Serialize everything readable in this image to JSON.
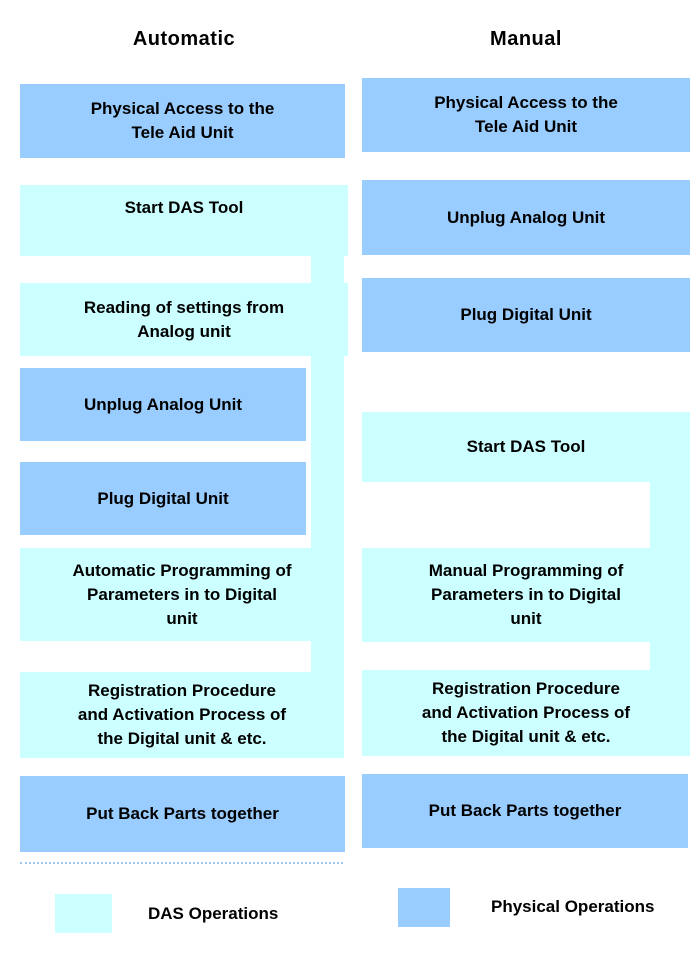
{
  "headers": {
    "automatic": "Automatic",
    "manual": "Manual"
  },
  "colors": {
    "das": "#ccffff",
    "physical": "#99ccff"
  },
  "automatic_column": {
    "steps": [
      {
        "label": "Physical Access to the\nTele Aid Unit",
        "type": "physical"
      },
      {
        "label": "Start DAS Tool",
        "type": "das"
      },
      {
        "label": "Reading of settings from\nAnalog unit",
        "type": "das"
      },
      {
        "label": "Unplug Analog Unit",
        "type": "physical"
      },
      {
        "label": "Plug Digital Unit",
        "type": "physical"
      },
      {
        "label": "Automatic Programming of\nParameters in to Digital\nunit",
        "type": "das"
      },
      {
        "label": "Registration Procedure\nand Activation Process of\nthe Digital unit & etc.",
        "type": "das"
      },
      {
        "label": "Put Back Parts together",
        "type": "physical"
      }
    ]
  },
  "manual_column": {
    "steps": [
      {
        "label": "Physical Access to the\nTele Aid Unit",
        "type": "physical"
      },
      {
        "label": "Unplug Analog Unit",
        "type": "physical"
      },
      {
        "label": "Plug Digital Unit",
        "type": "physical"
      },
      {
        "label": "Start DAS Tool",
        "type": "das"
      },
      {
        "label": "Manual Programming of\nParameters in to Digital\nunit",
        "type": "das"
      },
      {
        "label": "Registration Procedure\nand Activation Process of\nthe Digital unit & etc.",
        "type": "das"
      },
      {
        "label": "Put Back Parts together",
        "type": "physical"
      }
    ]
  },
  "legend": {
    "das_label": "DAS Operations",
    "physical_label": "Physical Operations"
  }
}
